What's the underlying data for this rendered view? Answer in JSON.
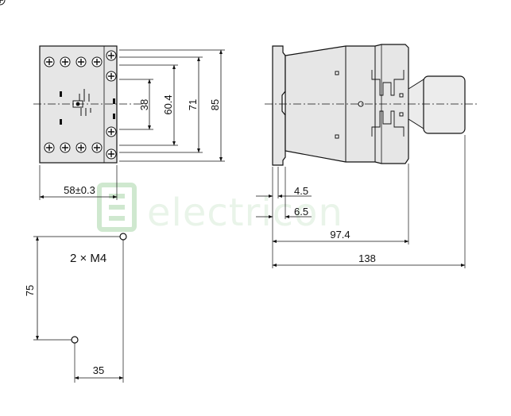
{
  "watermark": {
    "text": "electricon",
    "color": "#cfe8cf"
  },
  "colors": {
    "line": "#111111",
    "body_fill": "#e6e6e6",
    "handle_fill": "#ececec"
  },
  "front_view": {
    "width_label": "58±0.3",
    "dim_38": "38",
    "dim_60_4": "60.4",
    "dim_71": "71",
    "dim_85": "85"
  },
  "side_view": {
    "dim_4_5": "4.5",
    "dim_6_5": "6.5",
    "dim_97_4": "97.4",
    "dim_138": "138"
  },
  "mounting": {
    "screws_label": "2 × M4",
    "vertical_dim": "75",
    "horizontal_dim": "35"
  }
}
